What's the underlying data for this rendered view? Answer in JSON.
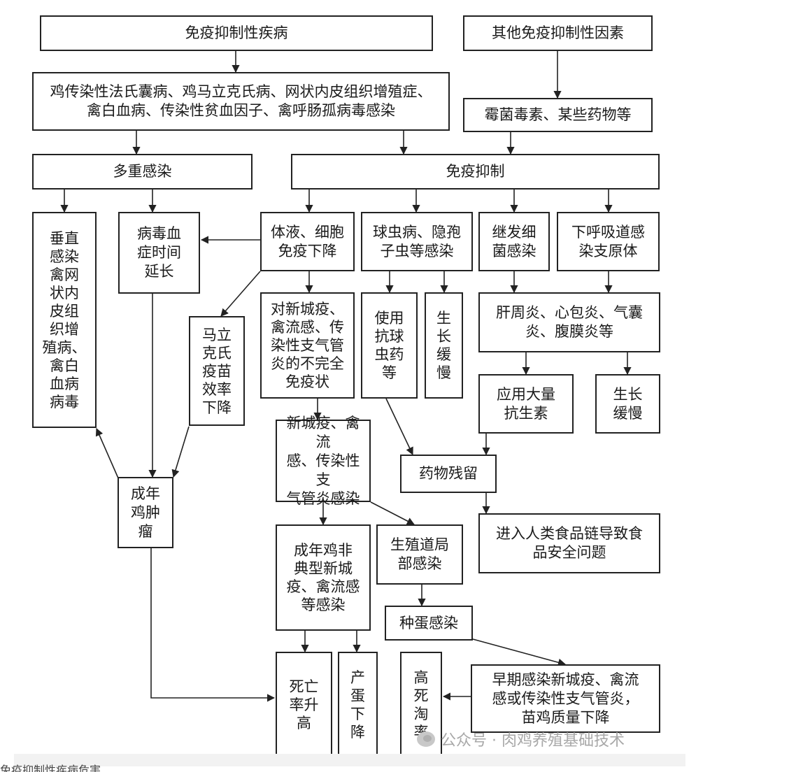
{
  "nodes": {
    "immunosuppressive_disease": "免疫抑制性疾病",
    "other_factors": "其他免疫抑制性因素",
    "disease_list": "鸡传染性法氏囊病、鸡马立克氏病、网状内皮组织增殖症、\n禽白血病、传染性贫血因子、禽呼肠孤病毒感染",
    "mycotoxins": "霉菌毒素、某些药物等",
    "multiple_infection": "多重感染",
    "immunosuppression": "免疫抑制",
    "vertical_infection": "垂直\n感染\n禽网\n状内\n皮组\n织增\n殖病、\n禽白\n血病\n病毒",
    "viremia": "病毒血\n症时间\n延长",
    "humoral_cellular": "体液、细胞\n免疫下降",
    "coccidiosis": "球虫病、隐孢\n子虫等感染",
    "secondary_bacterial": "继发细\n菌感染",
    "lower_respiratory": "下呼吸道感\n染支原体",
    "marek_vaccine": "马立\n克氏\n疫苗\n效率\n下降",
    "incomplete_immunity": "对新城疫、\n禽流感、传\n染性支气管\n炎的不完全\n免疫状",
    "anticoccidial": "使用\n抗球\n虫药\n等",
    "growth_slow_1": "生\n长\n缓\n慢",
    "serositis": "肝周炎、心包炎、气囊\n炎、腹膜炎等",
    "antibiotics": "应用大量\n抗生素",
    "growth_slow_2": "生长\n缓慢",
    "nd_ai_ib_infection": "新城疫、禽流\n感、传染性支\n气管炎感染",
    "drug_residue": "药物残留",
    "adult_tumor": "成年\n鸡肿\n瘤",
    "food_safety": "进入人类食品链导致食\n品安全问题",
    "atypical_infection": "成年鸡非\n典型新城\n疫、禽流感\n等感染",
    "reproductive_infection": "生殖道局\n部感染",
    "egg_infection": "种蛋感染",
    "mortality_up": "死亡\n率升\n高",
    "egg_drop": "产\n蛋\n下\n降",
    "high_culling": "高\n死\n淘\n率",
    "early_infection": "早期感染新城疫、禽流\n感或传染性支气管炎，\n苗鸡质量下降"
  },
  "watermark": "公众号 · 肉鸡养殖基础技术",
  "cropped_caption": "免疫抑制性疾病危害"
}
